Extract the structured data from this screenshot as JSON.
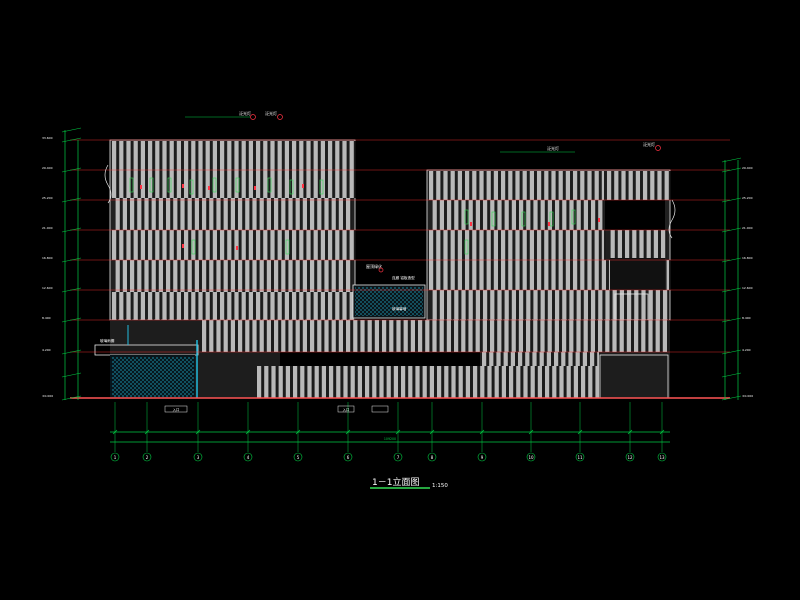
{
  "drawing": {
    "title": "1－1立面图",
    "scale": "1:150",
    "colors": {
      "background": "#000000",
      "fin": "#b9b9b9",
      "window": "#1b1b1b",
      "floor_line": "#ff3333",
      "dimension": "#00cc44",
      "accent_green": "#33dd55",
      "accent_red": "#ff3344",
      "accent_cyan": "#22bbdd",
      "white_line": "#e8e8e8"
    },
    "grid_axes": [
      "1",
      "2",
      "3",
      "4",
      "5",
      "6",
      "7",
      "8",
      "9",
      "10",
      "11",
      "12",
      "13"
    ],
    "level_marks": [
      "±0.000",
      "4.200",
      "8.400",
      "12.600",
      "16.800",
      "21.000",
      "25.200",
      "29.400",
      "33.600"
    ],
    "annotations": {
      "callout_a": "泛光灯",
      "callout_b": "泛光灯",
      "callout_c": "泛光灯",
      "callout_d": "泛光灯",
      "roof_note": "屋顶绿化",
      "canopy_note": "玻璃雨棚",
      "bridge_note_top": "连廊  铝板造型",
      "bridge_note_mid": "玻璃幕墙",
      "bottom_tag_1": "入口",
      "bottom_tag_2": "入口"
    },
    "overall_dimension": "109200"
  }
}
